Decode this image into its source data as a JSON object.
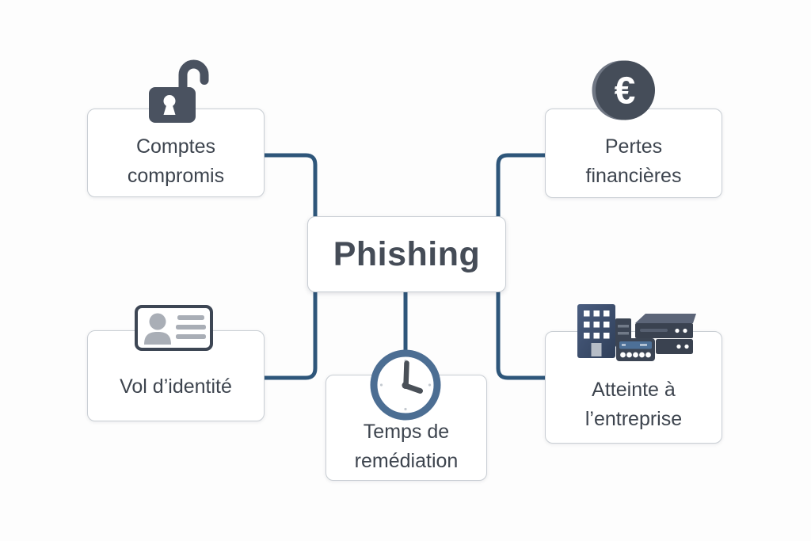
{
  "diagram_type": "concept-map",
  "center_node": {
    "id": "phishing",
    "label": "Phishing"
  },
  "nodes": [
    {
      "id": "comptes-compromis",
      "position": "top-left",
      "icon": "open-padlock-icon",
      "lines": [
        "Comptes",
        "compromis"
      ]
    },
    {
      "id": "pertes-financieres",
      "position": "top-right",
      "icon": "euro-coin-icon",
      "lines": [
        "Pertes",
        "financières"
      ]
    },
    {
      "id": "vol-identite",
      "position": "bottom-left",
      "icon": "id-card-icon",
      "lines": [
        "Vol d’identité"
      ]
    },
    {
      "id": "temps-remediation",
      "position": "bottom-center",
      "icon": "clock-icon",
      "lines": [
        "Temps de",
        "remédiation"
      ]
    },
    {
      "id": "atteinte-entreprise",
      "position": "bottom-right",
      "icon": "building-servers-icon",
      "lines": [
        "Atteinte à",
        "l’entreprise"
      ]
    }
  ],
  "edges": [
    {
      "from": "phishing",
      "to": "comptes-compromis"
    },
    {
      "from": "phishing",
      "to": "pertes-financieres"
    },
    {
      "from": "phishing",
      "to": "vol-identite"
    },
    {
      "from": "phishing",
      "to": "temps-remediation"
    },
    {
      "from": "phishing",
      "to": "atteinte-entreprise"
    }
  ],
  "icons": {
    "euro_symbol": "€"
  },
  "colors": {
    "background": "#fdfdfd",
    "box_fill": "#ffffff",
    "box_border": "#c9ced4",
    "connector": "#2e567a",
    "text": "#3d444e",
    "icon_dark_gray": "#4a5260",
    "coin_gray": "#454d59",
    "clock_blue": "#4c6e93",
    "building_blue": "#46597b",
    "server_gray": "#3a4250",
    "router_bar_blue": "#4d7097",
    "card_gray": "#a9aeb6"
  }
}
